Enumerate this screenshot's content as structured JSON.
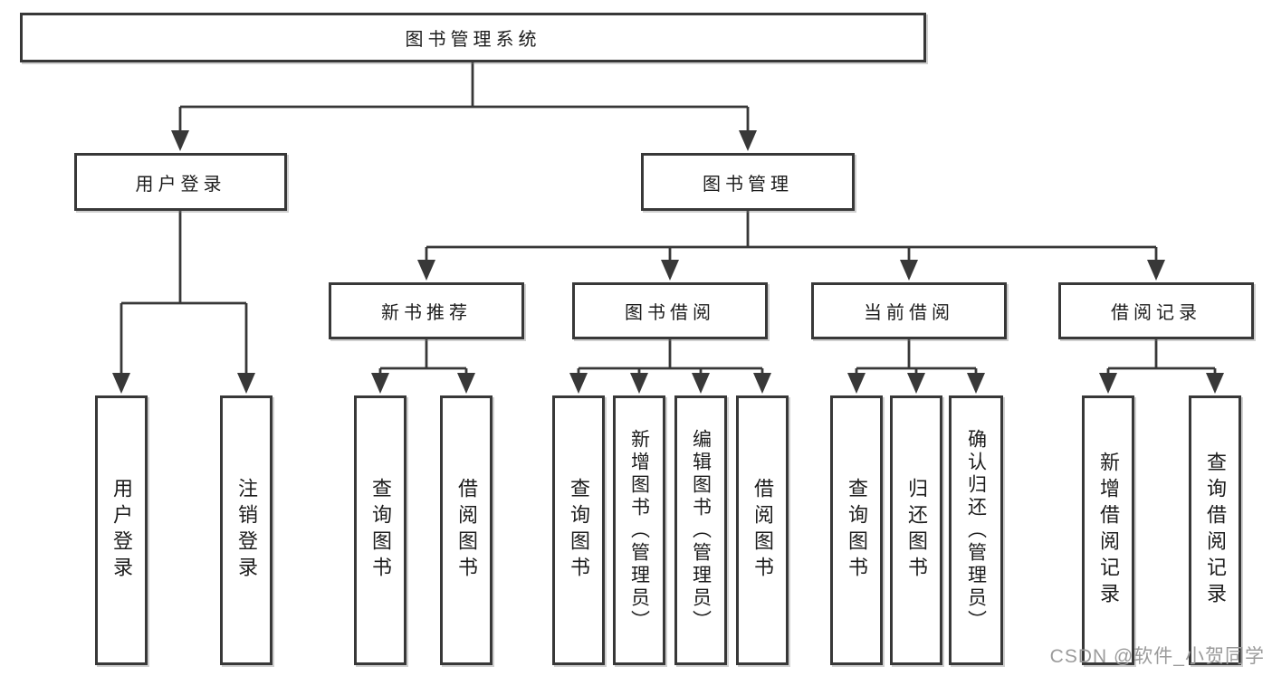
{
  "diagram": {
    "root": {
      "label": "图书管理系统"
    },
    "level2": [
      {
        "label": "用户登录"
      },
      {
        "label": "图书管理"
      }
    ],
    "level3": [
      {
        "label": "新书推荐"
      },
      {
        "label": "图书借阅"
      },
      {
        "label": "当前借阅"
      },
      {
        "label": "借阅记录"
      }
    ],
    "leaves": {
      "user_login": [
        "用户登录",
        "注销登录"
      ],
      "new_books": [
        "查询图书",
        "借阅图书"
      ],
      "book_borrow": [
        "查询图书",
        "新增图书（管理员）",
        "编辑图书（管理员）",
        "借阅图书"
      ],
      "current_borrow": [
        "查询图书",
        "归还图书",
        "确认归还（管理员）"
      ],
      "borrow_records": [
        "新增借阅记录",
        "查询借阅记录"
      ]
    }
  },
  "watermark": {
    "text": "CSDN @软件_小贺同学"
  },
  "colors": {
    "line": "#383838",
    "text": "#1c1c1c",
    "background": "#ffffff",
    "watermark": "#9b9b9b"
  }
}
